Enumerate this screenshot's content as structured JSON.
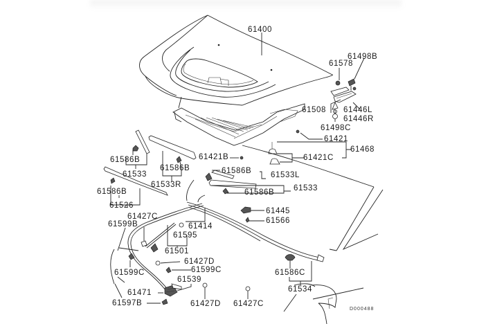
{
  "diagram": {
    "title": "Hood and windshield wiper parts",
    "drawing_code": "D000488",
    "colors": {
      "line": "#222222",
      "text": "#1a1a1a",
      "background": "#ffffff"
    },
    "callouts": {
      "hood_panel": "61400",
      "hood_bolt_b": "61498B",
      "hinge_nut": "61578",
      "hinge_bolt_set": "61508",
      "hinge_left": "61446L",
      "hinge_right": "61446R",
      "hood_bolt_c": "61498C",
      "insulator_clip": "61421",
      "hood_insulator": "61468",
      "insulator_clip_b": "61421B",
      "insulator_clip_c": "61421C",
      "clip_left_1": "61586B",
      "weatherstrip_left": "61533",
      "clip_center": "61586B",
      "weatherstrip_right": "61533R",
      "clip_front": "61586B",
      "front_seal": "61526",
      "clip_cowl_left": "61586B",
      "weatherstrip_cowl_left": "61533L",
      "weatherstrip_cowl": "61533",
      "clip_cowl": "61586B",
      "bumper_stop": "61445",
      "bumper_screw": "61566",
      "release_cable_clamp_c": "61427C",
      "release_cable_clip_b": "61599B",
      "hood_release_cable": "61414",
      "release_grommet": "61595",
      "release_cable_assy": "61501",
      "release_cable_clamp_d": "61427D",
      "release_cable_clip_c_right": "61599C",
      "release_cable_clip_c_left": "61599C",
      "release_handle": "61539",
      "hood_lock": "61471",
      "lock_bolt": "61597B",
      "clamp_d_lower": "61427D",
      "clamp_c_lower": "61427C",
      "fender_clip": "61586C",
      "fender_seal": "61534"
    }
  }
}
